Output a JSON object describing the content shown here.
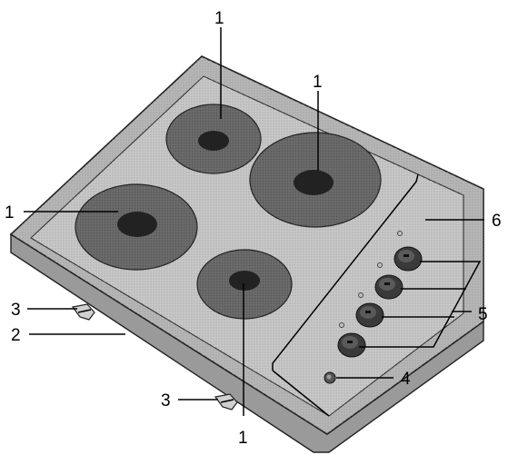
{
  "colors": {
    "hob_surface": "#c6c6c6",
    "hob_rim": "#b0b0b0",
    "hob_side": "#8f8f8f",
    "hotplate": "#6a6a6a",
    "hotplate_center": "#262626",
    "knob": "#3a3a3a",
    "line": "#000000"
  },
  "callouts": {
    "hotplate_back_left": "1",
    "hotplate_back_right": "1",
    "hotplate_front_left": "1",
    "hotplate_front_right": "1",
    "fixing_bracket_upper": "3",
    "fixing_bracket_lower": "3",
    "hob_frame": "2",
    "control_panel": "6",
    "control_knobs": "5",
    "indicator_light": "4"
  }
}
